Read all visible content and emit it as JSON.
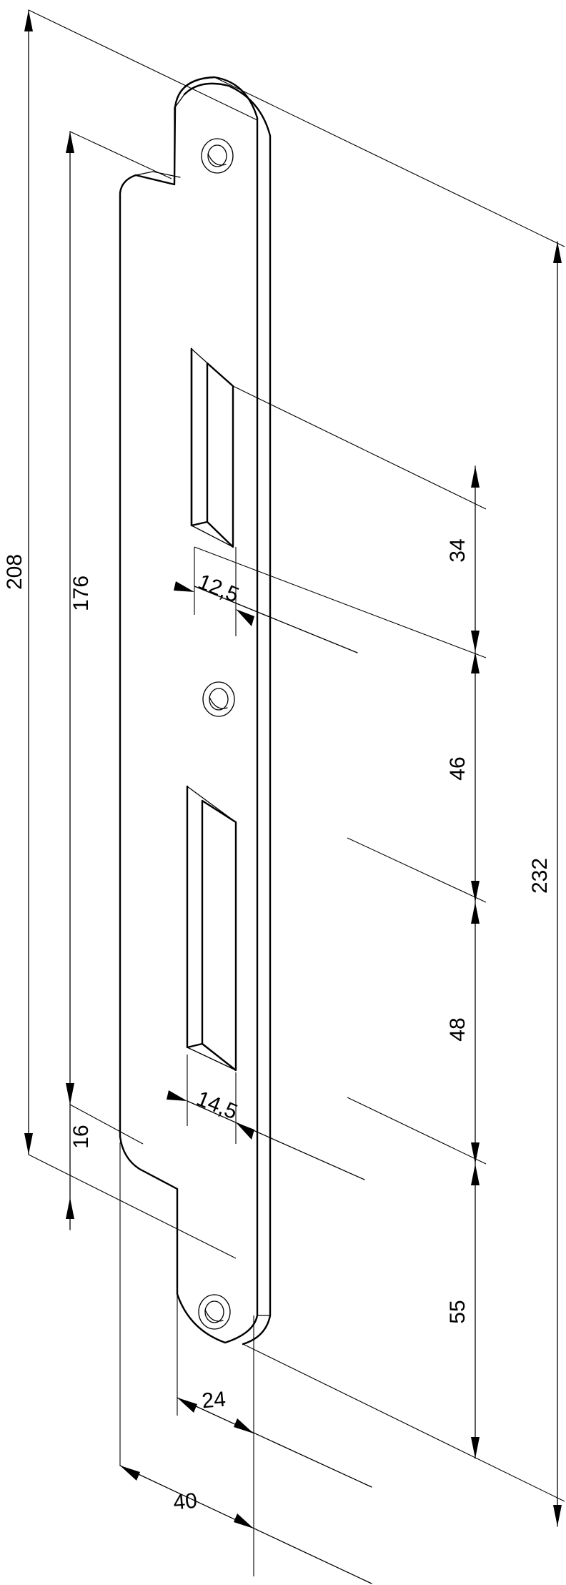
{
  "dimensions": {
    "overall_length": "208",
    "screw_spacing": "176",
    "length_232": "232",
    "dist_34": "34",
    "dist_46": "46",
    "dist_48": "48",
    "dist_55": "55",
    "offset_16": "16",
    "slot_width_upper": "12,5",
    "slot_width_lower": "14,5",
    "flange_width": "24",
    "plate_width": "40"
  }
}
